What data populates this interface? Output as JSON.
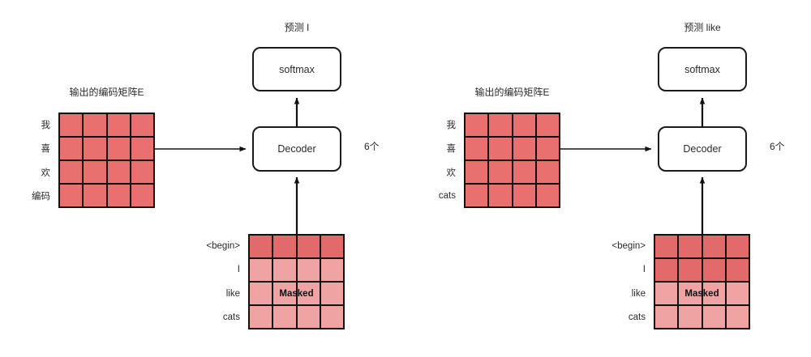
{
  "diagram": {
    "title": "Transformer decoder masked self-attention, two decoding steps",
    "colors": {
      "encoder_cell": "#e8706f",
      "unmasked_cell": "#e36a6a",
      "masked_cell": "#f0a3a3",
      "stroke": "#111111",
      "box_border": "#1a1a1a",
      "text": "#2a2a2a",
      "background": "#ffffff"
    }
  },
  "panels": [
    {
      "id": "step-1",
      "predict_title": "预测 I",
      "softmax_label": "softmax",
      "decoder_label": "Decoder",
      "count_label": "6个",
      "encoder_matrix": {
        "title": "输出的编码矩阵E",
        "rows": 4,
        "cols": 4,
        "row_labels": [
          "我",
          "喜",
          "欢",
          "编码"
        ],
        "cell_states": [
          [
            "on",
            "on",
            "on",
            "on"
          ],
          [
            "on",
            "on",
            "on",
            "on"
          ],
          [
            "on",
            "on",
            "on",
            "on"
          ],
          [
            "on",
            "on",
            "on",
            "on"
          ]
        ]
      },
      "masked_matrix": {
        "overlay_label": "Masked",
        "rows": 4,
        "cols": 4,
        "row_labels": [
          "<begin>",
          "I",
          "like",
          "cats"
        ],
        "cell_states": [
          [
            "visible",
            "visible",
            "visible",
            "visible"
          ],
          [
            "masked",
            "masked",
            "masked",
            "masked"
          ],
          [
            "masked",
            "masked",
            "masked",
            "masked"
          ],
          [
            "masked",
            "masked",
            "masked",
            "masked"
          ]
        ]
      }
    },
    {
      "id": "step-2",
      "predict_title": "预测 like",
      "softmax_label": "softmax",
      "decoder_label": "Decoder",
      "count_label": "6个",
      "encoder_matrix": {
        "title": "输出的编码矩阵E",
        "rows": 4,
        "cols": 4,
        "row_labels": [
          "我",
          "喜",
          "欢",
          "cats"
        ],
        "cell_states": [
          [
            "on",
            "on",
            "on",
            "on"
          ],
          [
            "on",
            "on",
            "on",
            "on"
          ],
          [
            "on",
            "on",
            "on",
            "on"
          ],
          [
            "on",
            "on",
            "on",
            "on"
          ]
        ]
      },
      "masked_matrix": {
        "overlay_label": "Masked",
        "rows": 4,
        "cols": 4,
        "row_labels": [
          "<begin>",
          "I",
          "like",
          "cats"
        ],
        "cell_states": [
          [
            "visible",
            "visible",
            "visible",
            "visible"
          ],
          [
            "visible",
            "visible",
            "visible",
            "visible"
          ],
          [
            "masked",
            "masked",
            "masked",
            "masked"
          ],
          [
            "masked",
            "masked",
            "masked",
            "masked"
          ]
        ]
      }
    }
  ]
}
